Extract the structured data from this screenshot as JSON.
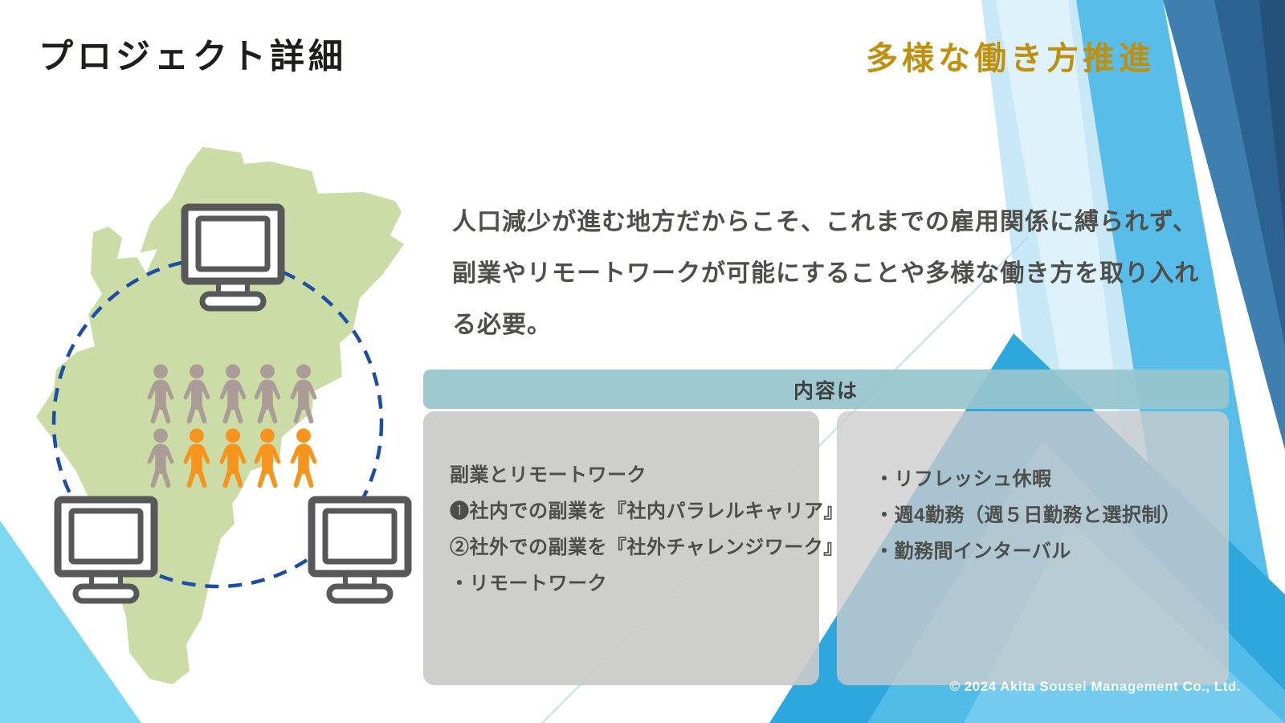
{
  "slide": {
    "title": "プロジェクト詳細",
    "subtitle": "多様な働き方推進",
    "body_lines": [
      "人口減少が進む地方だからこそ、これまでの雇用関係に縛られず、",
      "副業やリモートワークが可能にすることや多様な働き方を取り入れ",
      "る必要。"
    ],
    "section_header": "内容は",
    "left_panel_lines": [
      "副業とリモートワーク",
      "❶社内での副業を『社内パラレルキャリア』",
      "②社外での副業を『社外チャレンジワーク』",
      "・リモートワーク"
    ],
    "right_panel_lines": [
      "・リフレッシュ休暇",
      "・週4勤務（週５日勤務と選択制）",
      "・勤務間インターバル"
    ],
    "copyright": "© 2024 Akita Sousei Management Co., Ltd."
  },
  "illustration": {
    "icons": [
      "akita-map",
      "network-dashed-circle",
      "monitor-icon",
      "person-icon"
    ],
    "monitor_count": 3,
    "people_row1_colors": [
      "taupe",
      "taupe",
      "taupe",
      "taupe",
      "taupe"
    ],
    "people_row2_colors": [
      "taupe",
      "orange",
      "orange",
      "orange",
      "orange"
    ]
  },
  "colors": {
    "accent_gold": "#bf9010",
    "body_text": "#4e4e4b",
    "map_green": "#cbdca6",
    "person_taupe": "#ac9c97",
    "person_orange": "#f7941d",
    "monitor_gray": "#58585a",
    "circle_blue": "#1c4ea5",
    "section_bar_teal": "#97c5ce",
    "panel_gray": "#cacaca",
    "deco_light_blue": "#c9e8f7",
    "deco_sky_blue": "#58bee9",
    "deco_steel_blue": "#3e7fb0",
    "deco_deep_blue": "#235179",
    "deco_bright_blue": "#2ea7dd",
    "corner_cyan": "#7ed8f2"
  }
}
